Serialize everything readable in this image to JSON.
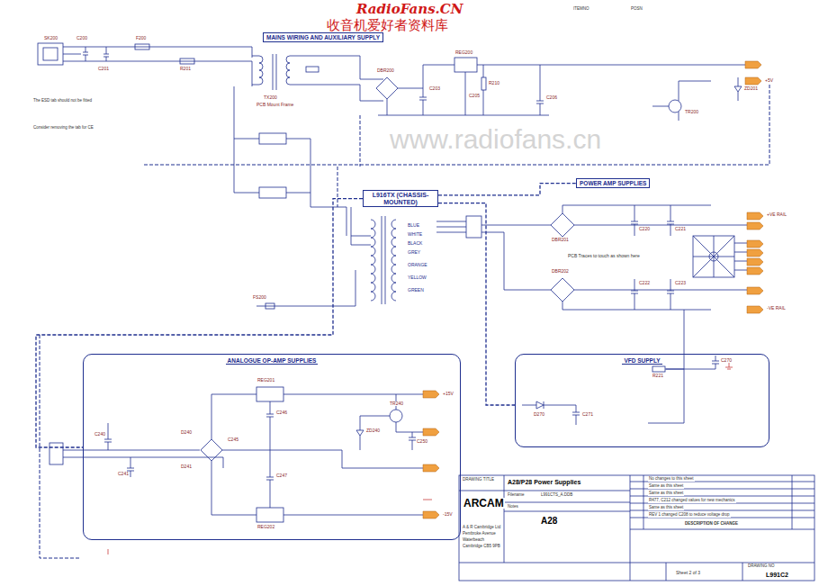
{
  "diagram": {
    "nodes": [
      {
        "text": [
          "MAINS WIRING AND AUXILIARY SUPPLY"
        ]
      },
      {
        "text": [
          "L916TX (CHASSIS-MOUNTED)"
        ]
      },
      {
        "text": [
          "POWER AMP SUPPLIES"
        ]
      },
      {
        "text": [
          "ANALOGUE OP-AMP SUPPLIES"
        ]
      },
      {
        "text": [
          "VFD SUPPLY"
        ]
      }
    ],
    "edges": [
      {
        "from": 1,
        "to": 2,
        "arrow": "none"
      },
      {
        "from": 1,
        "to": 3,
        "arrow": "none"
      },
      {
        "from": 1,
        "to": 4,
        "arrow": "none"
      }
    ],
    "labels": [
      "RadioFans.CN",
      "收音机爱好者资料库",
      "www.radiofans.cn",
      "ITEMNO",
      "POSN",
      "SK200",
      "C200",
      "C201",
      "F200",
      "R201",
      "TX200",
      "PCB Mount Frame",
      "DBR200",
      "C203",
      "REG200",
      "C205",
      "R210",
      "C206",
      "TR200",
      "ZD201",
      "+5V",
      "The ESD tab should not be fitted",
      "Consider removing the tab for CE",
      "BLUE",
      "WHITE",
      "BLACK",
      "GREY",
      "ORANGE",
      "YELLOW",
      "GREEN",
      "FS200",
      "DBR201",
      "DBR202",
      "C220",
      "C221",
      "C222",
      "C223",
      "PCB Traces to touch as shown here",
      "+VE RAIL",
      "-VE RAIL",
      "R221",
      "C270",
      "D270",
      "C271",
      "REG201",
      "REG202",
      "C240",
      "C241",
      "D240",
      "D241",
      "C245",
      "C246",
      "C247",
      "TR240",
      "ZD240",
      "C250",
      "+15V",
      "-15V",
      "DRAWING TITLE",
      "A28/P28 Power Supplies",
      "Filename",
      "L991CTS_A.DDB",
      "Notes",
      "A28",
      "ARCAM",
      "A & R Cambridge Ltd",
      "Pembroke Avenue",
      "Waterbeach",
      "Cambridge CB5 9PB",
      "Sheet 2 of 3",
      "DRAWING NO",
      "L991C2",
      "No changes to this sheet",
      "Same as this sheet",
      "Same as this sheet",
      "R477, C212 changed values for new mechanics",
      "Same as this sheet",
      "REV 1 changed C208 to reduce voltage drop",
      "DESCRIPTION OF CHANGE"
    ]
  }
}
